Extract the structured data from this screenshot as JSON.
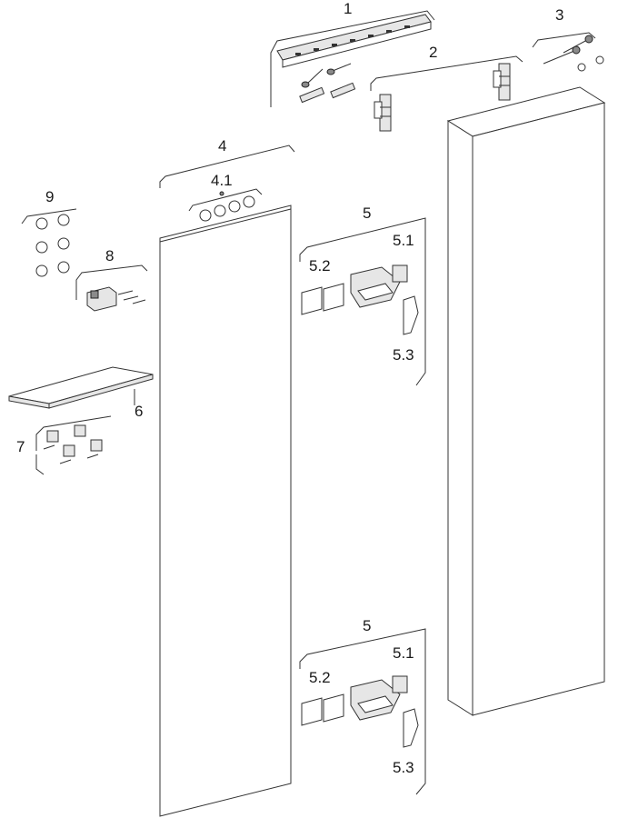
{
  "labels": {
    "l1": "1",
    "l2": "2",
    "l3": "3",
    "l4": "4",
    "l41": "4.1",
    "l5a": "5",
    "l51a": "5.1",
    "l52a": "5.2",
    "l53a": "5.3",
    "l5b": "5",
    "l51b": "5.1",
    "l52b": "5.2",
    "l53b": "5.3",
    "l6": "6",
    "l7": "7",
    "l8": "8",
    "l9": "9"
  }
}
